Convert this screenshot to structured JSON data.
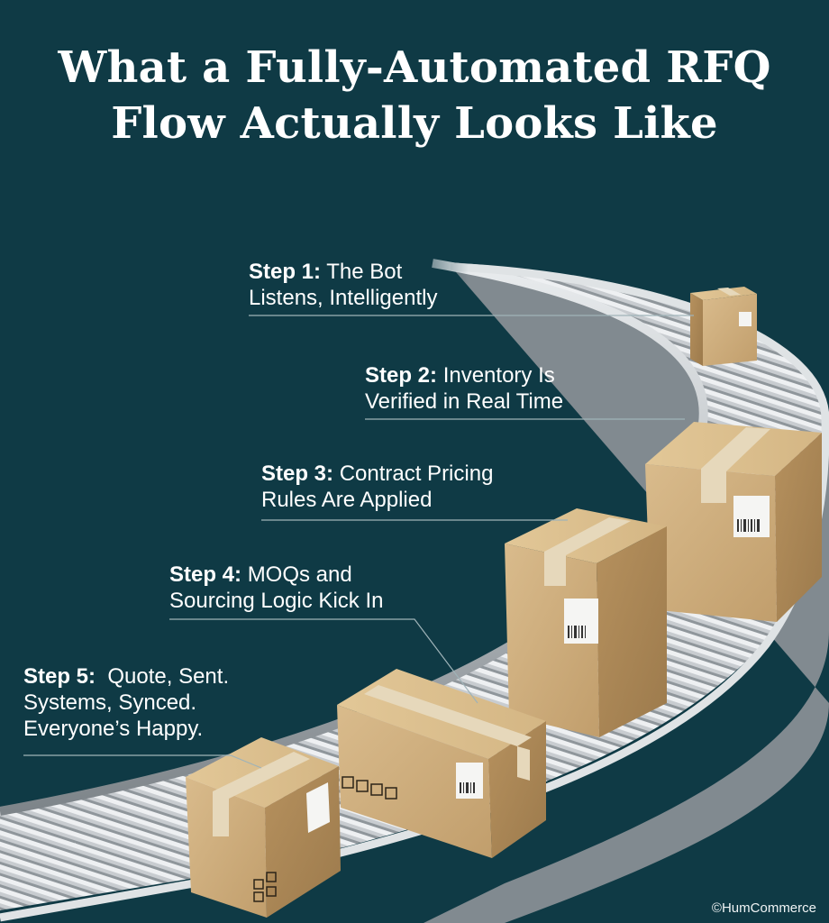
{
  "title": {
    "line1": "What a Fully-Automated RFQ",
    "line2": "Flow Actually Looks Like"
  },
  "steps": [
    {
      "label": "Step 1:",
      "line1": "The Bot",
      "line2": "Listens, Intelligently",
      "line3": ""
    },
    {
      "label": "Step 2:",
      "line1": "Inventory Is",
      "line2": "Verified in Real Time",
      "line3": ""
    },
    {
      "label": "Step 3:",
      "line1": "Contract Pricing",
      "line2": "Rules Are Applied",
      "line3": ""
    },
    {
      "label": "Step 4:",
      "line1": "MOQs and",
      "line2": "Sourcing Logic Kick In",
      "line3": ""
    },
    {
      "label": "Step 5:",
      "line1": " Quote, Sent.",
      "line2": "Systems, Synced.",
      "line3": "Everyone’s Happy."
    }
  ],
  "copyright": "©HumCommerce",
  "colors": {
    "background": "#0f3a45",
    "text": "#ffffff",
    "cardboard": "#c9a878",
    "tape": "#e3d4b6",
    "conveyor": "#b8bcc0"
  }
}
